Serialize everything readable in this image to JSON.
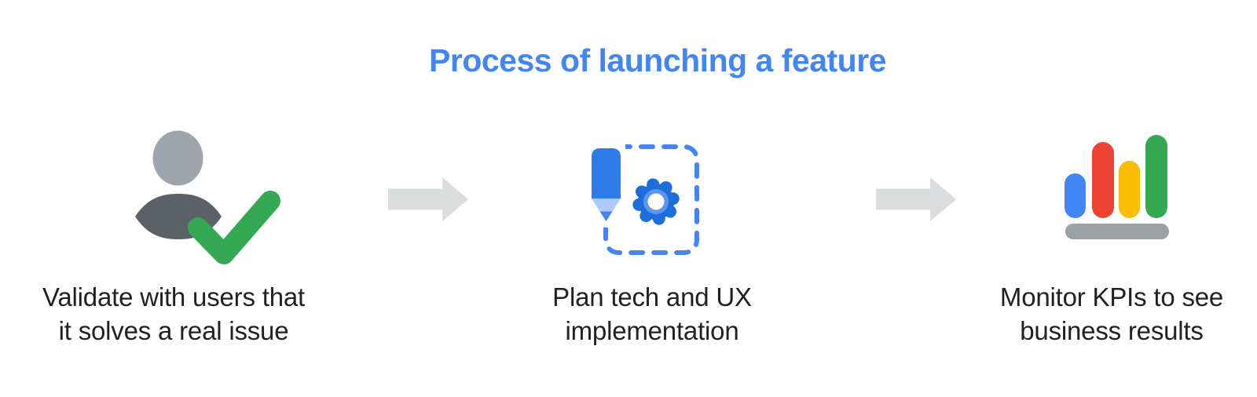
{
  "title": "Process of launching a feature",
  "steps": [
    {
      "icon": "user-validated-icon",
      "label_line1": "Validate with users that",
      "label_line2": "it solves a real issue"
    },
    {
      "icon": "pencil-gear-icon",
      "label_line1": "Plan tech and UX",
      "label_line2": "implementation"
    },
    {
      "icon": "kpi-bar-chart-icon",
      "label_line1": "Monitor KPIs to see",
      "label_line2": "business results"
    }
  ],
  "colors": {
    "background": "#FFFFFF",
    "title_blue": "#4285F4",
    "label_text": "#202124",
    "arrow_gray": "#DBDCDD",
    "head_gray": "#9FA5AC",
    "body_gray": "#5B6167",
    "check_green": "#34A853",
    "pencil_blue": "#2D7CE9",
    "pencil_tip_light": "#AECBFA",
    "pencil_point_blue": "#4285F4",
    "gear_blue": "#1C6EDB",
    "gear_ring_light": "#5C95F0",
    "gear_hole_white": "#FFFFFF",
    "dashed_border_blue": "#4285F4",
    "bar_blue": "#4285F4",
    "bar_red": "#EA4335",
    "bar_yellow": "#FBBC04",
    "bar_green": "#34A853",
    "bar_base_gray": "#9AA0A6"
  }
}
